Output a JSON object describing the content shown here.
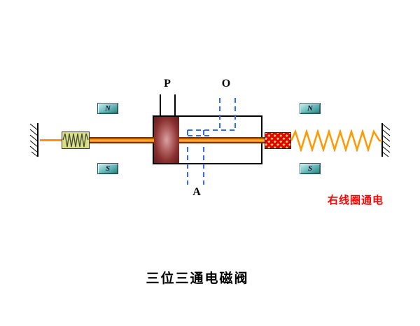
{
  "diagram": {
    "caption": "三位三通电磁阀",
    "status": {
      "label": "右线圈通电",
      "color": "#ff0000"
    },
    "valve": {
      "port_p": "P",
      "port_o": "O",
      "port_a": "A"
    },
    "magnets": {
      "left_top": "N",
      "left_bottom": "S",
      "right_top": "N",
      "right_bottom": "S"
    },
    "colors": {
      "rod": "#ff9202",
      "spring": "#ff9900",
      "flow_dash": "#2f6bff",
      "magnet_box": "#63b7b7",
      "spool": "#8a3030",
      "spring_housing": "#d9e07e",
      "energized_coupler": "#e00000",
      "status_text": "#ff0000"
    }
  }
}
